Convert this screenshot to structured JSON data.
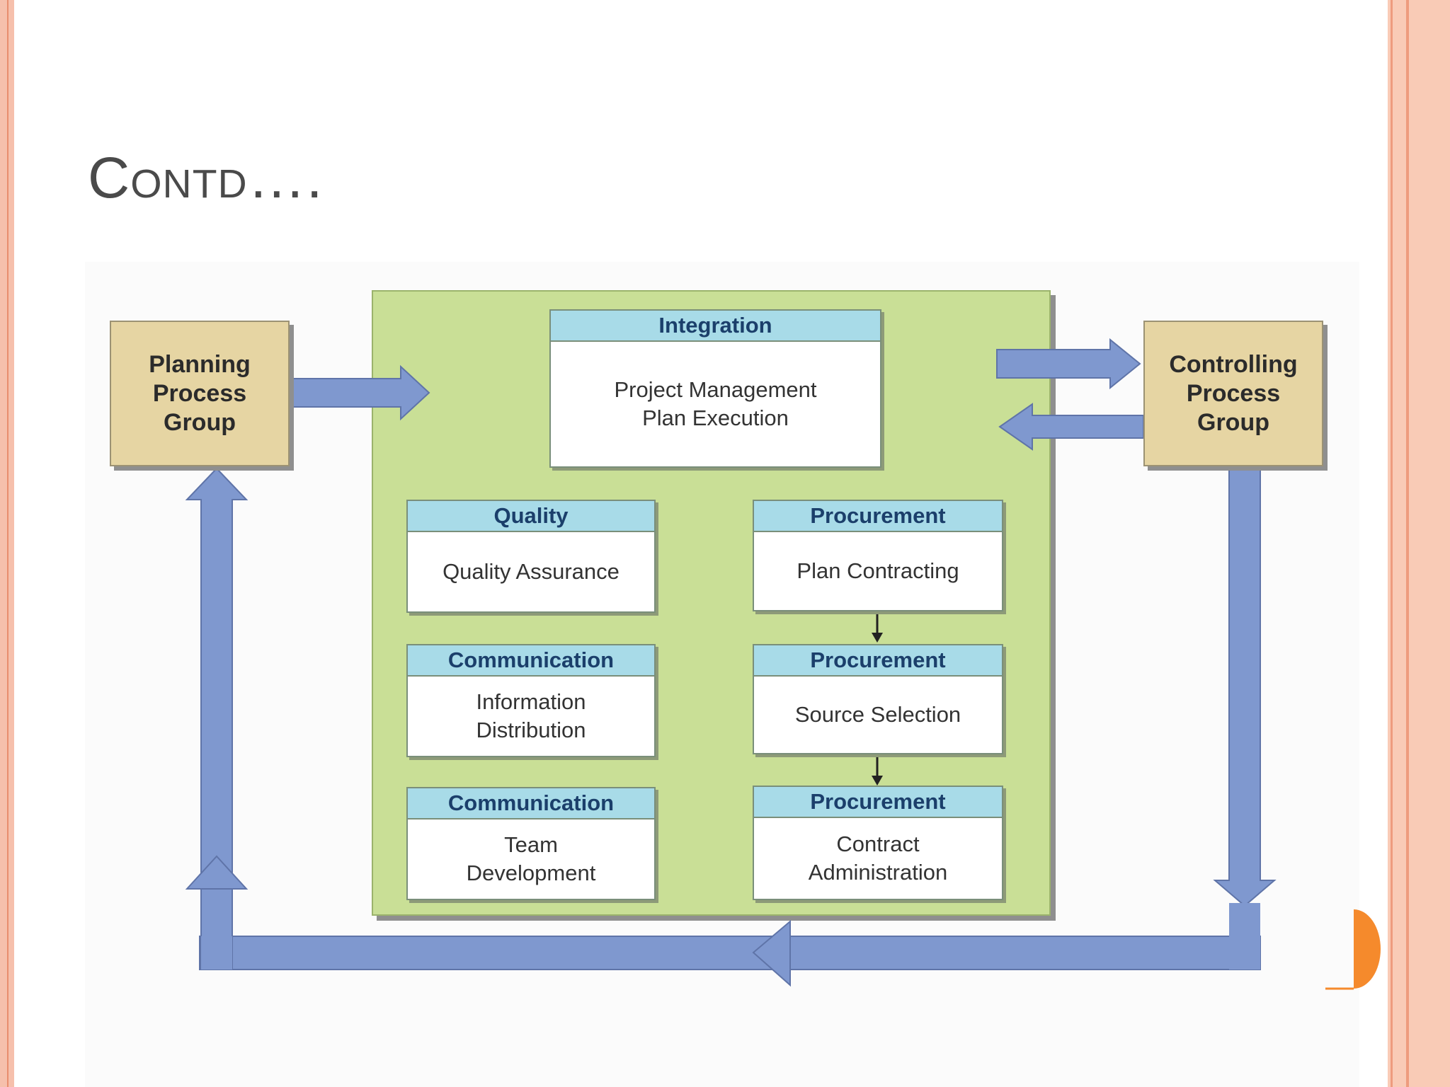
{
  "slide": {
    "title": "Contd…."
  },
  "groups": {
    "planning": [
      "Planning",
      "Process",
      "Group"
    ],
    "controlling": [
      "Controlling",
      "Process",
      "Group"
    ]
  },
  "processes": [
    {
      "header": "Integration",
      "body": [
        "Project Management",
        "Plan Execution"
      ]
    },
    {
      "header": "Quality",
      "body": [
        "Quality Assurance"
      ]
    },
    {
      "header": "Communication",
      "body": [
        "Information",
        "Distribution"
      ]
    },
    {
      "header": "Communication",
      "body": [
        "Team",
        "Development"
      ]
    },
    {
      "header": "Procurement",
      "body": [
        "Plan Contracting"
      ]
    },
    {
      "header": "Procurement",
      "body": [
        "Source Selection"
      ]
    },
    {
      "header": "Procurement",
      "body": [
        "Contract",
        "Administration"
      ]
    }
  ],
  "colors": {
    "panel": "#c9df96",
    "group_box": "#e6d5a3",
    "header": "#a8dbe8",
    "arrow": "#7f98cf",
    "accent": "#f58a2c"
  }
}
